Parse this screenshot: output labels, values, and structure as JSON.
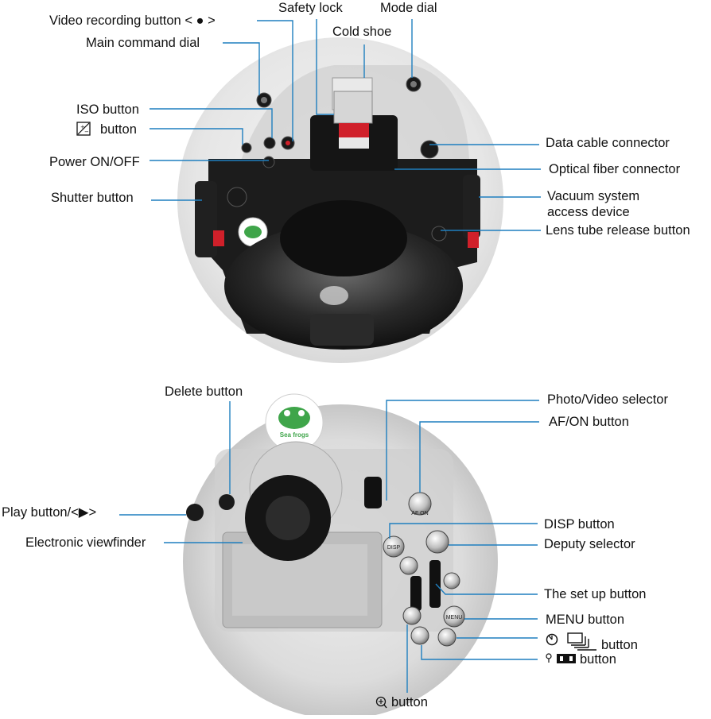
{
  "colors": {
    "leader_line": "#1f7fbf",
    "housing_dark": "#1a1a1a",
    "housing_clear": "#d9d9d9",
    "accent_red": "#d0202a",
    "logo_green": "#3fa54a"
  },
  "top_view": {
    "labels": {
      "video_recording": "Video recording button < ● >",
      "main_command_dial": "Main command dial",
      "safety_lock": "Safety lock",
      "mode_dial": "Mode dial",
      "cold_shoe": "Cold shoe",
      "iso_button": "ISO button",
      "exposure_comp_button": "button",
      "power_switch": "Power ON/OFF",
      "shutter_button": "Shutter button",
      "data_cable_connector": "Data cable connector",
      "optical_fiber_connector": "Optical fiber connector",
      "vacuum_line1": "Vacuum system",
      "vacuum_line2": "access device",
      "lens_tube_release": "Lens tube release button"
    },
    "icons": {
      "exposure_comp": "exposure-compensation-icon"
    }
  },
  "bottom_view": {
    "logo_text": "Sea frogs",
    "labels": {
      "delete_button": "Delete button",
      "play_button": "Play button/<▶>",
      "electronic_viewfinder": "Electronic viewfinder",
      "photo_video_selector": "Photo/Video selector",
      "af_on_button": "AF/ON button",
      "disp_button": "DISP button",
      "deputy_selector": "Deputy selector",
      "setup_button": "The set up button",
      "menu_button": "MENU button",
      "drive_button": "button",
      "af_mode_button": "button",
      "zoom_button": "button"
    },
    "button_captions": {
      "af_on": "AF ON",
      "disp": "DISP",
      "menu": "MENU"
    },
    "icons": {
      "drive": "self-timer-continuous-icon",
      "af_mode": "af-point-icon",
      "zoom": "magnifier-plus-icon"
    }
  }
}
